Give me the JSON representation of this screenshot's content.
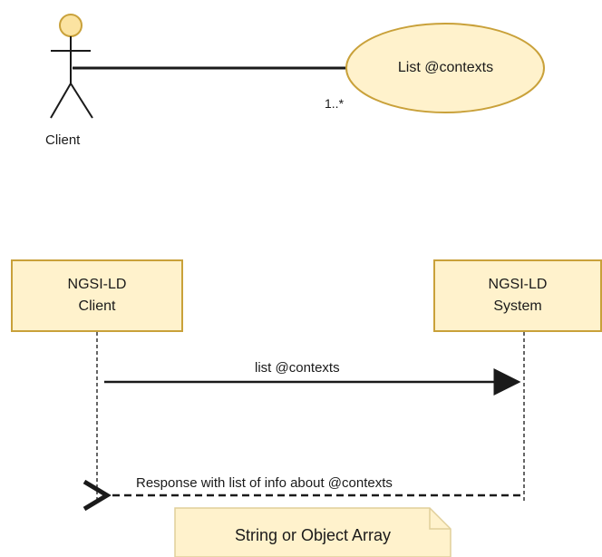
{
  "use_case": {
    "actor_label": "Client",
    "use_case_label": "List @contexts",
    "multiplicity": "1..*"
  },
  "sequence": {
    "participants": [
      {
        "line1": "NGSI-LD",
        "line2": "Client"
      },
      {
        "line1": "NGSI-LD",
        "line2": "System"
      }
    ],
    "request_label": "list @contexts",
    "response_label": "Response with list of info about @contexts",
    "note_label": "String or Object Array"
  },
  "colors": {
    "fill": "#fff2cc",
    "stroke": "#c9a13a",
    "actor_head": "#fbe3a1",
    "line": "#1a1a1a"
  }
}
